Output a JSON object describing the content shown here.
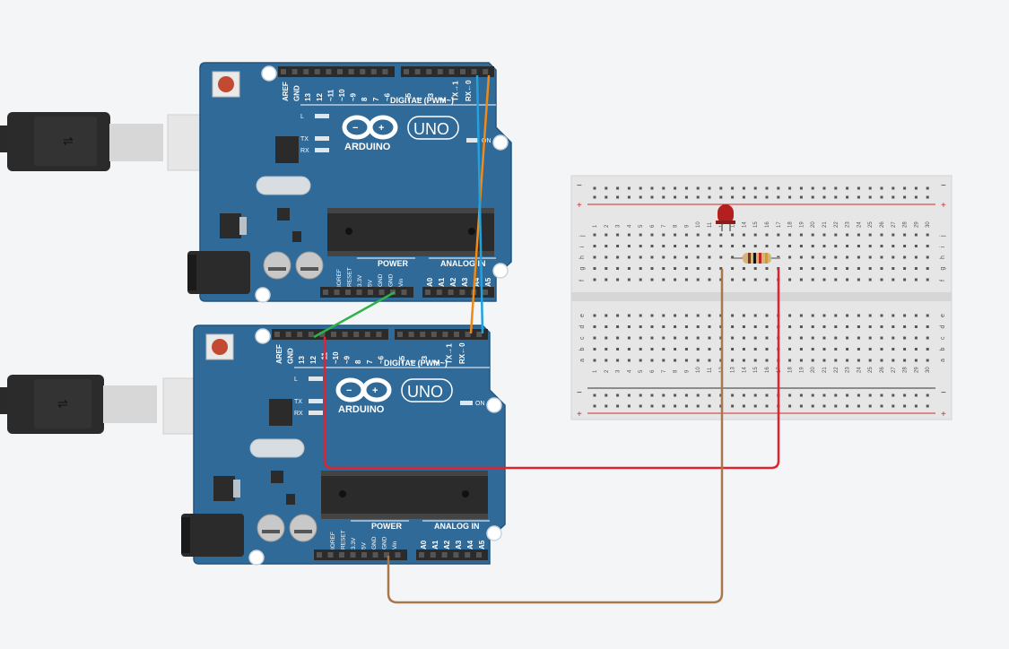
{
  "canvas": {
    "background": "#f4f5f7"
  },
  "colors": {
    "board": "#2f6a98",
    "board_edge": "#24557d",
    "header": "#2b2b2b",
    "wire_orange": "#ef8a17",
    "wire_blue": "#1fa2df",
    "wire_green": "#2fb24a",
    "wire_red": "#e0232e",
    "wire_brown": "#a8784c",
    "breadboard": "#e4e4e4",
    "rail_red": "#d22b2b"
  },
  "boards": [
    {
      "id": "top",
      "logo": "ARDUINO",
      "model": "UNO",
      "chip_label": "",
      "digital_label": "DIGITAL (PWM~)",
      "power_label": "POWER",
      "analog_label": "ANALOG IN",
      "digital_pins": [
        "AREF",
        "GND",
        "13",
        "12",
        "~11",
        "~10",
        "~9",
        "8",
        "7",
        "~6",
        "~5",
        "4",
        "~3",
        "2",
        "TX→1",
        "RX←0"
      ],
      "power_pins": [
        "IOREF",
        "RESET",
        "3.3V",
        "5V",
        "GND",
        "GND",
        "Vin"
      ],
      "analog_pins": [
        "A0",
        "A1",
        "A2",
        "A3",
        "A4",
        "A5"
      ],
      "leds": [
        "L",
        "TX",
        "RX"
      ],
      "on_label": "ON"
    },
    {
      "id": "bottom",
      "logo": "ARDUINO",
      "model": "UNO",
      "digital_label": "DIGITAL (PWM~)",
      "power_label": "POWER",
      "analog_label": "ANALOG IN",
      "digital_pins": [
        "AREF",
        "GND",
        "13",
        "12",
        "~11",
        "~10",
        "~9",
        "8",
        "7",
        "~6",
        "~5",
        "4",
        "~3",
        "2",
        "TX→1",
        "RX←0"
      ],
      "power_pins": [
        "IOREF",
        "RESET",
        "3.3V",
        "5V",
        "GND",
        "GND",
        "Vin"
      ],
      "analog_pins": [
        "A0",
        "A1",
        "A2",
        "A3",
        "A4",
        "A5"
      ],
      "leds": [
        "L",
        "TX",
        "RX"
      ],
      "on_label": "ON"
    }
  ],
  "breadboard": {
    "rows_top": [
      "j",
      "i",
      "h",
      "g",
      "f"
    ],
    "rows_bottom": [
      "e",
      "d",
      "c",
      "b",
      "a"
    ],
    "columns": 30,
    "rail_minus": "−",
    "rail_plus": "+"
  },
  "components": {
    "led": {
      "color": "#b3201f"
    },
    "resistor": {
      "body": "#d9b27a"
    }
  }
}
